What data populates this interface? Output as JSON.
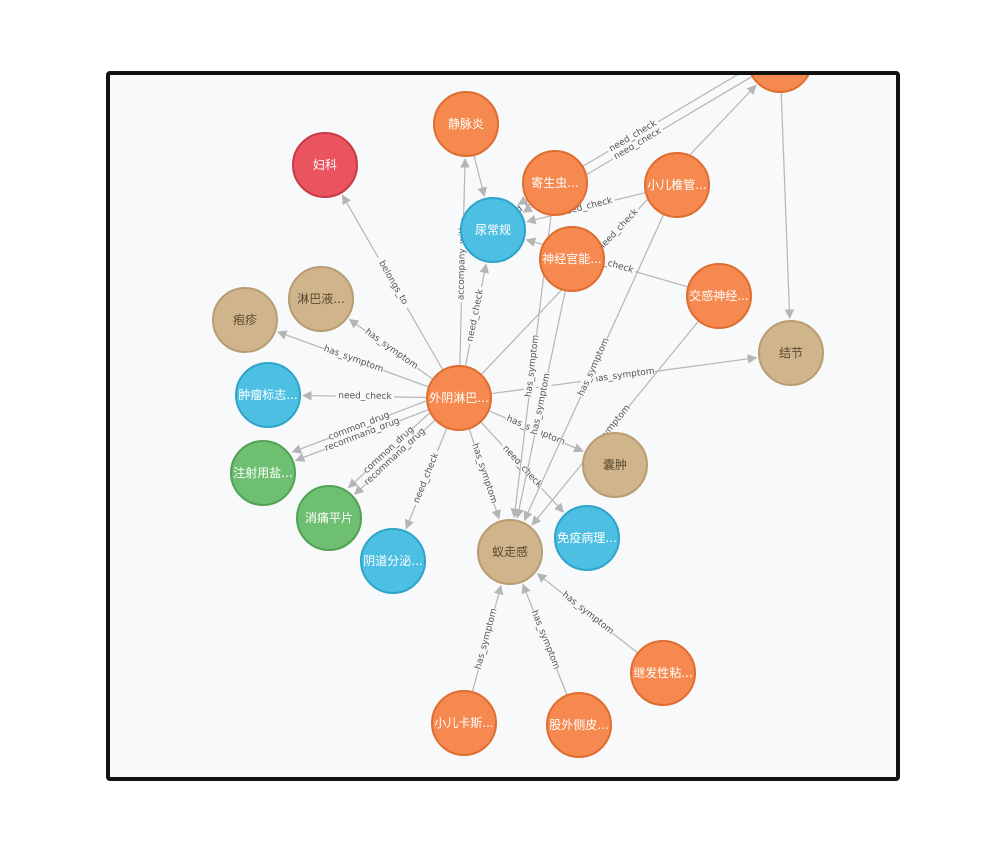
{
  "colors": {
    "disease": "#f5894f",
    "disease_stroke": "#e06d30",
    "department": "#e9545f",
    "department_stroke": "#c93a45",
    "check": "#4dbfe2",
    "check_stroke": "#2ea4c9",
    "symptom": "#cfb48c",
    "symptom_stroke": "#b89c72",
    "drug": "#6fbf72",
    "drug_stroke": "#52a255",
    "edge": "#b5b5b5",
    "frame": "#111111"
  },
  "nodes": [
    {
      "id": "n_fuke",
      "label": "妇科",
      "kind": "department"
    },
    {
      "id": "n_jingmai",
      "label": "静脉炎",
      "kind": "disease"
    },
    {
      "id": "n_jisheng",
      "label": "寄生虫...",
      "kind": "disease"
    },
    {
      "id": "n_xiaoer_zhui",
      "label": "小儿椎管...",
      "kind": "disease"
    },
    {
      "id": "n_top_right",
      "label": "",
      "kind": "disease"
    },
    {
      "id": "n_niaochang",
      "label": "尿常规",
      "kind": "check"
    },
    {
      "id": "n_shenjing",
      "label": "神经官能...",
      "kind": "disease"
    },
    {
      "id": "n_jiaogan",
      "label": "交感神经...",
      "kind": "disease"
    },
    {
      "id": "n_linba",
      "label": "淋巴液...",
      "kind": "symptom"
    },
    {
      "id": "n_paozhen",
      "label": "疱疹",
      "kind": "symptom"
    },
    {
      "id": "n_jiejie",
      "label": "结节",
      "kind": "symptom"
    },
    {
      "id": "n_center",
      "label": "外阴淋巴...",
      "kind": "disease"
    },
    {
      "id": "n_zhongliu",
      "label": "肿瘤标志...",
      "kind": "check"
    },
    {
      "id": "n_zhushe",
      "label": "注射用盐...",
      "kind": "drug"
    },
    {
      "id": "n_xiaoyan",
      "label": "消痛平片",
      "kind": "drug"
    },
    {
      "id": "n_xiangzhong",
      "label": "囊肿",
      "kind": "symptom"
    },
    {
      "id": "n_mianyi",
      "label": "免疫病理...",
      "kind": "check"
    },
    {
      "id": "n_yindao",
      "label": "阴道分泌...",
      "kind": "check"
    },
    {
      "id": "n_yizou",
      "label": "蚁走感",
      "kind": "symptom"
    },
    {
      "id": "n_jifa",
      "label": "继发性粘...",
      "kind": "disease"
    },
    {
      "id": "n_xiaoer_ka",
      "label": "小儿卡斯...",
      "kind": "disease"
    },
    {
      "id": "n_gu",
      "label": "股外侧皮...",
      "kind": "disease"
    }
  ],
  "edges": [
    {
      "from": "n_center",
      "to": "n_fuke",
      "label": "belongs_to"
    },
    {
      "from": "n_center",
      "to": "n_linba",
      "label": "has_symptom"
    },
    {
      "from": "n_center",
      "to": "n_paozhen",
      "label": "has_symptom"
    },
    {
      "from": "n_center",
      "to": "n_zhongliu",
      "label": "need_check"
    },
    {
      "from": "n_center",
      "to": "n_zhushe",
      "label": "recommand_drug"
    },
    {
      "from": "n_center",
      "to": "n_zhushe",
      "label": "common_drug"
    },
    {
      "from": "n_center",
      "to": "n_xiaoyan",
      "label": "recommand_drug"
    },
    {
      "from": "n_center",
      "to": "n_xiaoyan",
      "label": "common_drug"
    },
    {
      "from": "n_center",
      "to": "n_yindao",
      "label": "need_check"
    },
    {
      "from": "n_center",
      "to": "n_yizou",
      "label": "has_symptom"
    },
    {
      "from": "n_center",
      "to": "n_mianyi",
      "label": "need_check"
    },
    {
      "from": "n_center",
      "to": "n_xiangzhong",
      "label": "has_symptom"
    },
    {
      "from": "n_center",
      "to": "n_jiejie",
      "label": "has_symptom"
    },
    {
      "from": "n_center",
      "to": "n_niaochang",
      "label": "need_check"
    },
    {
      "from": "n_center",
      "to": "n_jingmai",
      "label": "accompany_with"
    },
    {
      "from": "n_center",
      "to": "n_top_right",
      "label": "need_check"
    },
    {
      "from": "n_shenjing",
      "to": "n_yizou",
      "label": "has_symptom"
    },
    {
      "from": "n_jisheng",
      "to": "n_yizou",
      "label": "has_symptom"
    },
    {
      "from": "n_jiaogan",
      "to": "n_yizou",
      "label": "symptom"
    },
    {
      "from": "n_xiaoer_zhui",
      "to": "n_yizou",
      "label": "has_symptom"
    },
    {
      "from": "n_jifa",
      "to": "n_yizou",
      "label": "has_symptom"
    },
    {
      "from": "n_xiaoer_ka",
      "to": "n_yizou",
      "label": "has_symptom"
    },
    {
      "from": "n_gu",
      "to": "n_yizou",
      "label": "has_symptom"
    },
    {
      "from": "n_jingmai",
      "to": "n_niaochang",
      "label": ""
    },
    {
      "from": "n_jisheng",
      "to": "n_niaochang",
      "label": "need_check"
    },
    {
      "from": "n_xiaoer_zhui",
      "to": "n_niaochang",
      "label": "need_check"
    },
    {
      "from": "n_jiaogan",
      "to": "n_niaochang",
      "label": "need_check"
    },
    {
      "from": "n_top_right",
      "to": "n_niaochang",
      "label": "need_check"
    },
    {
      "from": "n_top_right",
      "to": "n_niaochang",
      "label": "need_check"
    },
    {
      "from": "n_top_right",
      "to": "n_jiejie",
      "label": ""
    }
  ]
}
